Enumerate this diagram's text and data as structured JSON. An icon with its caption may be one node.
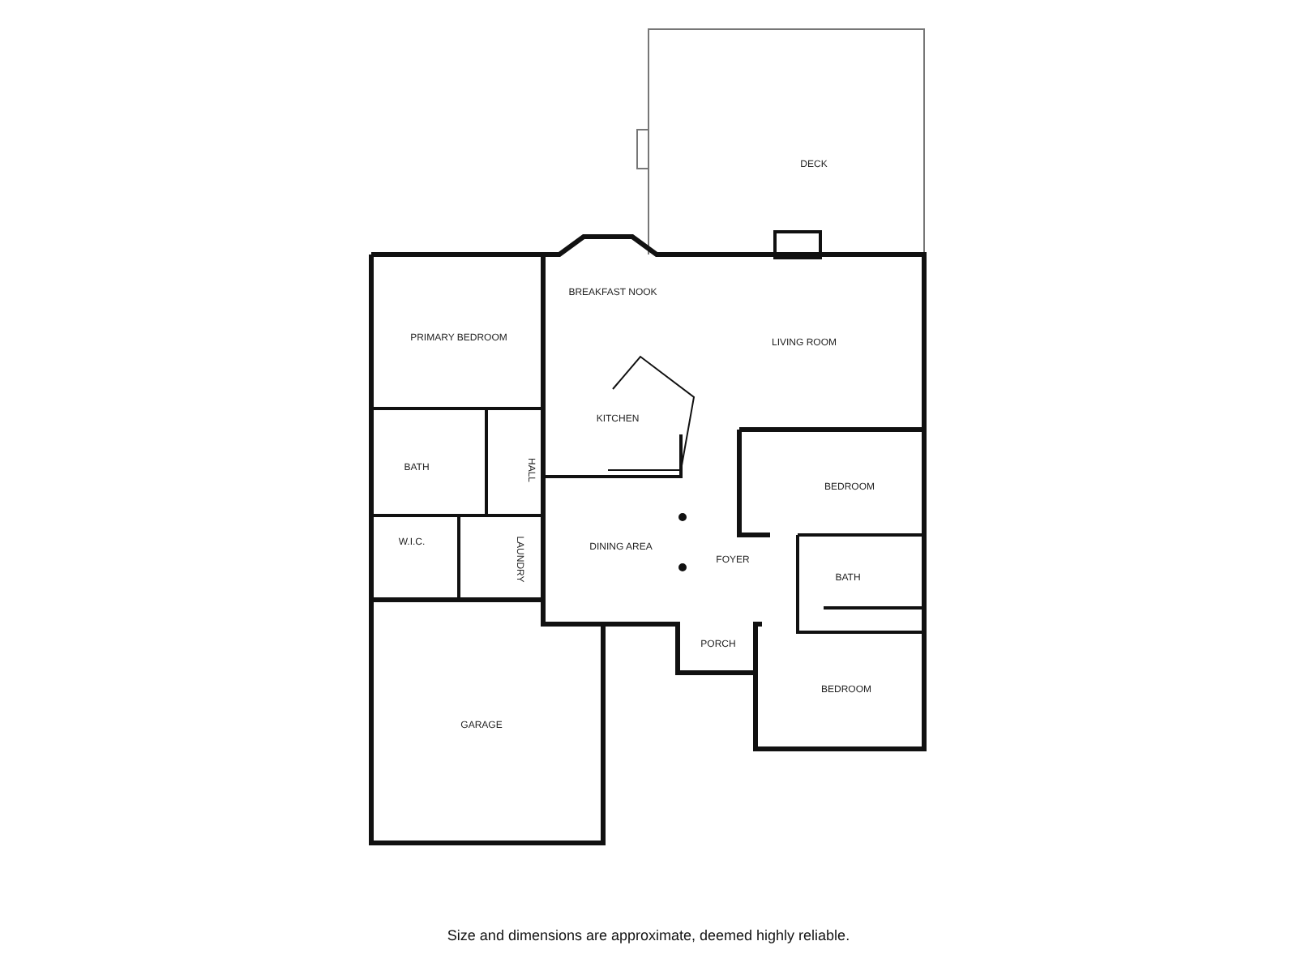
{
  "diagram": {
    "caption": "Size and dimensions are approximate, deemed highly reliable.",
    "labels": [
      "DECK",
      "BREAKFAST NOOK",
      "PRIMARY BEDROOM",
      "LIVING ROOM",
      "KITCHEN",
      "BATH",
      "HALL",
      "BEDROOM",
      "W.I.C.",
      "LAUNDRY",
      "DINING AREA",
      "FOYER",
      "BATH",
      "PORCH",
      "BEDROOM",
      "GARAGE"
    ]
  }
}
